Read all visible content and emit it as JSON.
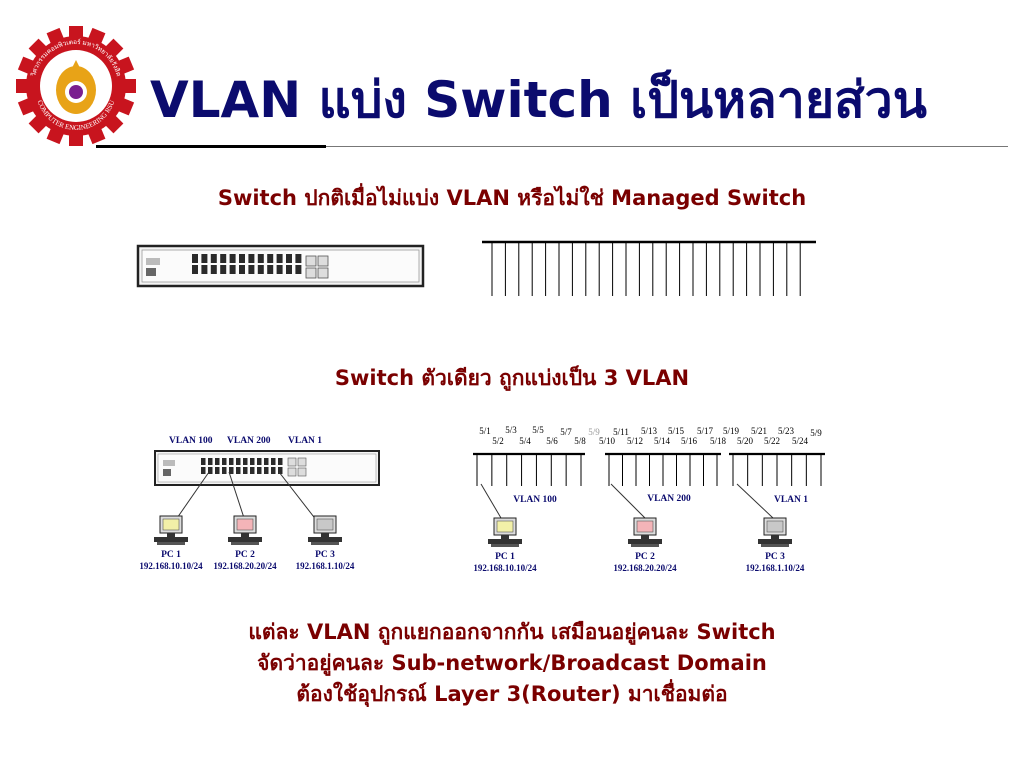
{
  "slide": {
    "title": "VLAN แบ่ง Switch เป็นหลายส่วน",
    "logo": {
      "top_text": "วิศวกรรมคอมพิวเตอร์ มหาวิทยาลัยรังสิต",
      "bottom_text": "COMPUTER ENGINEERING RSU",
      "colors": {
        "gear": "#c8141e",
        "emblem": "#e8a317",
        "center": "#7a1f8f"
      }
    },
    "heading_top": "Switch ปกติเมื่อไม่แบ่ง VLAN หรือไม่ใช่ Managed Switch",
    "heading_mid": "Switch ตัวเดียว ถูกแบ่งเป็น 3 VLAN",
    "footer_lines": [
      "แต่ละ VLAN ถูกแยกออกจากกัน เสมือนอยู่คนละ Switch",
      "จัดว่าอยู่คนละ Sub-network/Broadcast Domain",
      "ต้องใช้อุปกรณ์ Layer 3(Router) มาเชื่อมต่อ"
    ],
    "colors": {
      "title": "#0b0b6e",
      "heading": "#7a0000",
      "label": "#0b0b6e"
    }
  },
  "left_diagram": {
    "vlan_labels": [
      "VLAN 100",
      "VLAN 200",
      "VLAN 1"
    ],
    "pcs": [
      {
        "name": "PC 1",
        "ip": "192.168.10.10/24",
        "color": "#f2f0a8"
      },
      {
        "name": "PC 2",
        "ip": "192.168.20.20/24",
        "color": "#f4b4b8"
      },
      {
        "name": "PC 3",
        "ip": "192.168.1.10/24",
        "color": "#c8c8c8"
      }
    ]
  },
  "right_diagram": {
    "port_labels_top": [
      "5/1",
      "5/3",
      "5/5",
      "5/7",
      "5/9",
      "5/11",
      "5/13",
      "5/15",
      "5/17",
      "5/19",
      "5/21",
      "5/23",
      "5/9"
    ],
    "port_labels_bottom": [
      "5/2",
      "5/4",
      "5/6",
      "5/8",
      "5/10",
      "5/12",
      "5/14",
      "5/16",
      "5/18",
      "5/20",
      "5/22",
      "5/24"
    ],
    "groups": [
      {
        "label": "VLAN 100",
        "pc": "PC 1",
        "ip": "192.168.10.10/24",
        "color": "#f2f0a8"
      },
      {
        "label": "VLAN 200",
        "pc": "PC 2",
        "ip": "192.168.20.20/24",
        "color": "#f4b4b8"
      },
      {
        "label": "VLAN 1",
        "pc": "PC 3",
        "ip": "192.168.1.10/24",
        "color": "#c8c8c8"
      }
    ]
  }
}
